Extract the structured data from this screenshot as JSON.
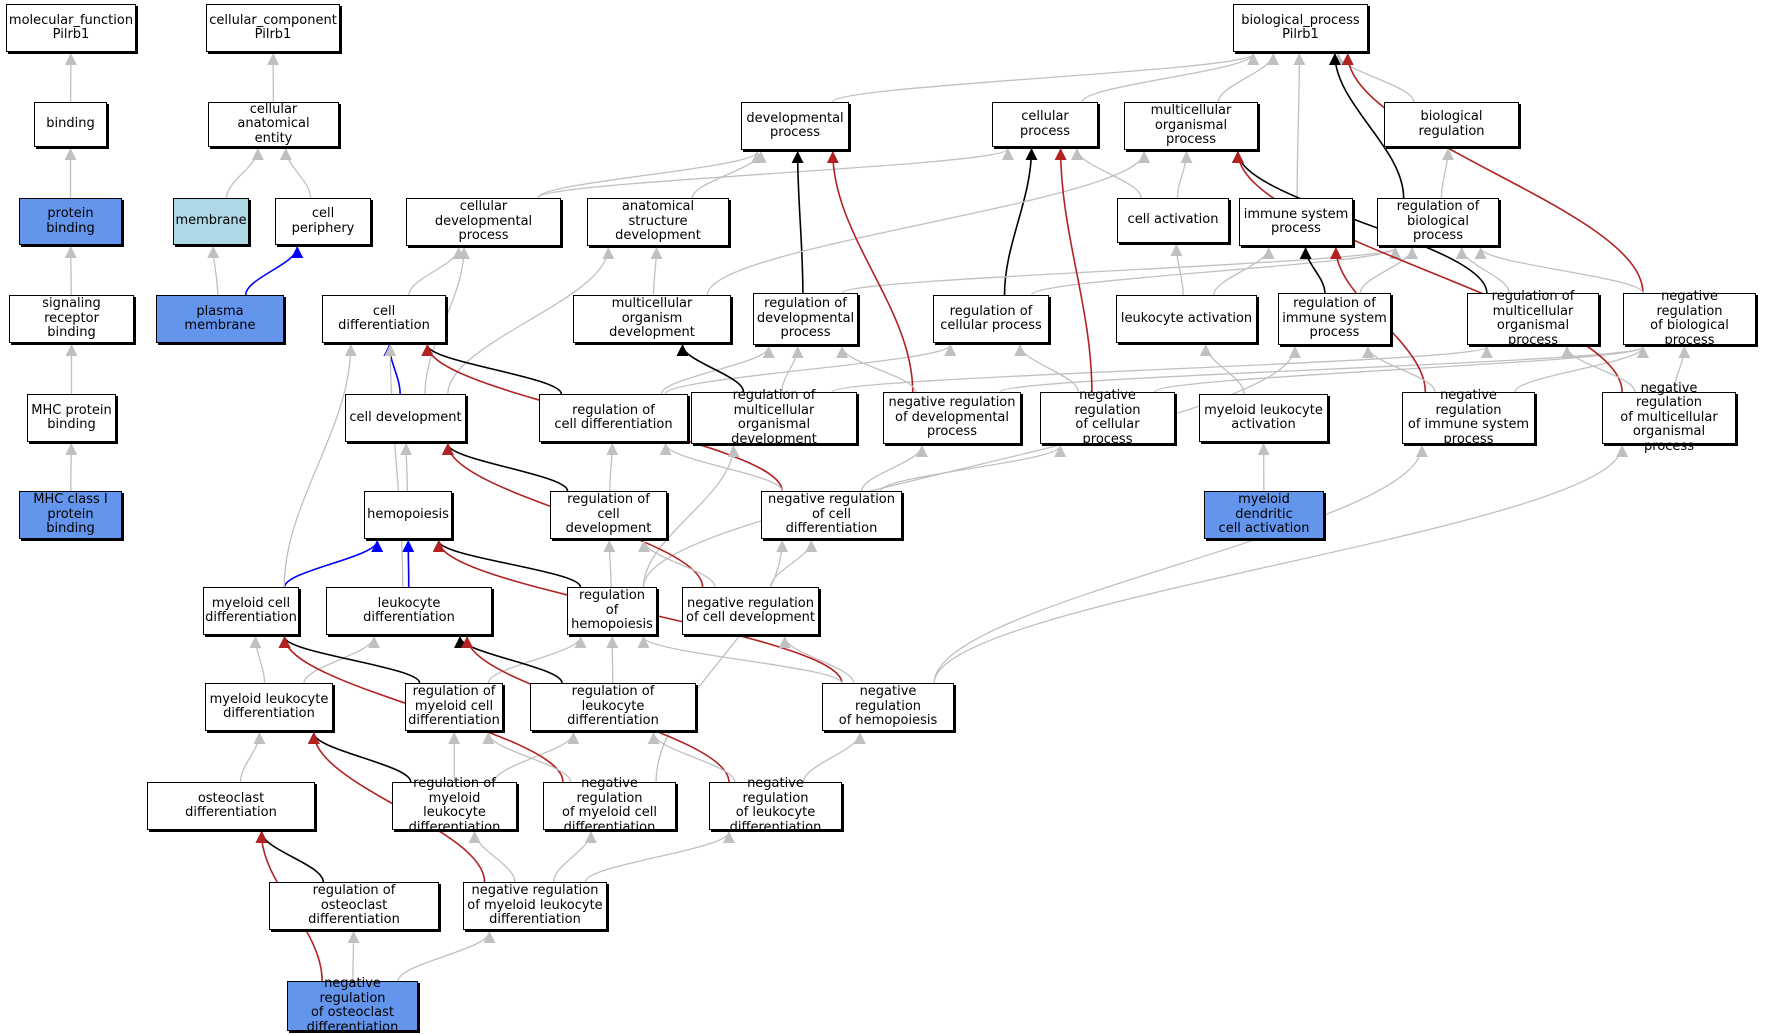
{
  "colors": {
    "gray": "#c0c0c0",
    "black": "#000000",
    "red": "#b22222",
    "blue": "#0000ff",
    "fill_blue": "#6495ed",
    "fill_lightblue": "#add8e6"
  },
  "nodes": [
    {
      "id": "mf",
      "label": "molecular_function\nPilrb1",
      "fill": "white"
    },
    {
      "id": "cc",
      "label": "cellular_component\nPilrb1",
      "fill": "white"
    },
    {
      "id": "bp",
      "label": "biological_process\nPilrb1",
      "fill": "white"
    },
    {
      "id": "binding",
      "label": "binding",
      "fill": "white"
    },
    {
      "id": "cae",
      "label": "cellular anatomical\nentity",
      "fill": "white"
    },
    {
      "id": "devproc",
      "label": "developmental\nprocess",
      "fill": "white"
    },
    {
      "id": "cellproc",
      "label": "cellular process",
      "fill": "white"
    },
    {
      "id": "mop",
      "label": "multicellular\norganismal process",
      "fill": "white"
    },
    {
      "id": "bioreg",
      "label": "biological regulation",
      "fill": "white"
    },
    {
      "id": "protbind",
      "label": "protein binding",
      "fill": "blue"
    },
    {
      "id": "membrane",
      "label": "membrane",
      "fill": "lightblue"
    },
    {
      "id": "cellper",
      "label": "cell periphery",
      "fill": "white"
    },
    {
      "id": "celldevproc",
      "label": "cellular developmental\nprocess",
      "fill": "white"
    },
    {
      "id": "asd",
      "label": "anatomical structure\ndevelopment",
      "fill": "white"
    },
    {
      "id": "cellact",
      "label": "cell activation",
      "fill": "white"
    },
    {
      "id": "immsys",
      "label": "immune system\nprocess",
      "fill": "white"
    },
    {
      "id": "regbio",
      "label": "regulation of\nbiological process",
      "fill": "white"
    },
    {
      "id": "srb",
      "label": "signaling receptor\nbinding",
      "fill": "white"
    },
    {
      "id": "pm",
      "label": "plasma membrane",
      "fill": "blue"
    },
    {
      "id": "celldiff",
      "label": "cell differentiation",
      "fill": "white"
    },
    {
      "id": "mod",
      "label": "multicellular\norganism development",
      "fill": "white"
    },
    {
      "id": "regdev",
      "label": "regulation of\ndevelopmental\nprocess",
      "fill": "white"
    },
    {
      "id": "regcell",
      "label": "regulation of\ncellular process",
      "fill": "white"
    },
    {
      "id": "leukact",
      "label": "leukocyte activation",
      "fill": "white"
    },
    {
      "id": "regimm",
      "label": "regulation of\nimmune system\nprocess",
      "fill": "white"
    },
    {
      "id": "regmop",
      "label": "regulation of\nmulticellular\norganismal process",
      "fill": "white"
    },
    {
      "id": "negbio",
      "label": "negative regulation\nof biological\nprocess",
      "fill": "white"
    },
    {
      "id": "mhc",
      "label": "MHC protein\nbinding",
      "fill": "white"
    },
    {
      "id": "celldev",
      "label": "cell development",
      "fill": "white"
    },
    {
      "id": "regcdiff",
      "label": "regulation of\ncell differentiation",
      "fill": "white"
    },
    {
      "id": "regmod",
      "label": "regulation of\nmulticellular\norganismal development",
      "fill": "white"
    },
    {
      "id": "negdev",
      "label": "negative regulation\nof developmental\nprocess",
      "fill": "white"
    },
    {
      "id": "negcell",
      "label": "negative regulation\nof cellular\nprocess",
      "fill": "white"
    },
    {
      "id": "myeleukact",
      "label": "myeloid leukocyte\nactivation",
      "fill": "white"
    },
    {
      "id": "negimm",
      "label": "negative regulation\nof immune system\nprocess",
      "fill": "white"
    },
    {
      "id": "negmop",
      "label": "negative regulation\nof multicellular\norganismal process",
      "fill": "white"
    },
    {
      "id": "mhc1",
      "label": "MHC class I\nprotein binding",
      "fill": "blue"
    },
    {
      "id": "hemo",
      "label": "hemopoiesis",
      "fill": "white"
    },
    {
      "id": "regcdev",
      "label": "regulation of\ncell development",
      "fill": "white"
    },
    {
      "id": "negcdiff",
      "label": "negative regulation\nof cell differentiation",
      "fill": "white"
    },
    {
      "id": "mdcact",
      "label": "myeloid dendritic\ncell activation",
      "fill": "blue"
    },
    {
      "id": "mcd",
      "label": "myeloid cell\ndifferentiation",
      "fill": "white"
    },
    {
      "id": "leukdiff",
      "label": "leukocyte differentiation",
      "fill": "white"
    },
    {
      "id": "reghemo",
      "label": "regulation of\nhemopoiesis",
      "fill": "white"
    },
    {
      "id": "negcdev",
      "label": "negative regulation\nof cell development",
      "fill": "white"
    },
    {
      "id": "myeleukdiff",
      "label": "myeloid leukocyte\ndifferentiation",
      "fill": "white"
    },
    {
      "id": "regmcd",
      "label": "regulation of\nmyeloid cell\ndifferentiation",
      "fill": "white"
    },
    {
      "id": "regleukdiff",
      "label": "regulation of\nleukocyte differentiation",
      "fill": "white"
    },
    {
      "id": "neghemo",
      "label": "negative regulation\nof hemopoiesis",
      "fill": "white"
    },
    {
      "id": "osteodiff",
      "label": "osteoclast differentiation",
      "fill": "white"
    },
    {
      "id": "regmyeleukdiff",
      "label": "regulation of\nmyeloid leukocyte\ndifferentiation",
      "fill": "white"
    },
    {
      "id": "negmcd",
      "label": "negative regulation\nof myeloid cell\ndifferentiation",
      "fill": "white"
    },
    {
      "id": "negleukdiff",
      "label": "negative regulation\nof leukocyte\ndifferentiation",
      "fill": "white"
    },
    {
      "id": "regosteo",
      "label": "regulation of\nosteoclast differentiation",
      "fill": "white"
    },
    {
      "id": "negmyeleukdiff",
      "label": "negative regulation\nof myeloid leukocyte\ndifferentiation",
      "fill": "white"
    },
    {
      "id": "negosteo",
      "label": "negative regulation\nof osteoclast\ndifferentiation",
      "fill": "blue"
    }
  ],
  "edges": [
    {
      "from": "binding",
      "to": "mf",
      "color": "gray"
    },
    {
      "from": "cae",
      "to": "cc",
      "color": "gray"
    },
    {
      "from": "devproc",
      "to": "bp",
      "color": "gray"
    },
    {
      "from": "cellproc",
      "to": "bp",
      "color": "gray"
    },
    {
      "from": "mop",
      "to": "bp",
      "color": "gray"
    },
    {
      "from": "bioreg",
      "to": "bp",
      "color": "gray"
    },
    {
      "from": "immsys",
      "to": "bp",
      "color": "gray"
    },
    {
      "from": "regbio",
      "to": "bp",
      "color": "black"
    },
    {
      "from": "negbio",
      "to": "bp",
      "color": "red"
    },
    {
      "from": "protbind",
      "to": "binding",
      "color": "gray"
    },
    {
      "from": "membrane",
      "to": "cae",
      "color": "gray"
    },
    {
      "from": "cellper",
      "to": "cae",
      "color": "gray"
    },
    {
      "from": "srb",
      "to": "protbind",
      "color": "gray"
    },
    {
      "from": "mhc",
      "to": "srb",
      "color": "gray"
    },
    {
      "from": "mhc1",
      "to": "mhc",
      "color": "gray"
    },
    {
      "from": "pm",
      "to": "membrane",
      "color": "gray"
    },
    {
      "from": "pm",
      "to": "cellper",
      "color": "blue"
    },
    {
      "from": "celldevproc",
      "to": "devproc",
      "color": "gray"
    },
    {
      "from": "celldevproc",
      "to": "cellproc",
      "color": "gray"
    },
    {
      "from": "asd",
      "to": "devproc",
      "color": "gray"
    },
    {
      "from": "cellact",
      "to": "cellproc",
      "color": "gray"
    },
    {
      "from": "cellact",
      "to": "mop",
      "color": "gray"
    },
    {
      "from": "regbio",
      "to": "bioreg",
      "color": "gray"
    },
    {
      "from": "regdev",
      "to": "devproc",
      "color": "black"
    },
    {
      "from": "regcell",
      "to": "cellproc",
      "color": "black"
    },
    {
      "from": "regmop",
      "to": "mop",
      "color": "black"
    },
    {
      "from": "regcell",
      "to": "regbio",
      "color": "gray"
    },
    {
      "from": "regdev",
      "to": "regbio",
      "color": "gray"
    },
    {
      "from": "regimm",
      "to": "regbio",
      "color": "gray"
    },
    {
      "from": "regmop",
      "to": "regbio",
      "color": "gray"
    },
    {
      "from": "negbio",
      "to": "regbio",
      "color": "gray"
    },
    {
      "from": "regimm",
      "to": "immsys",
      "color": "black"
    },
    {
      "from": "leukact",
      "to": "cellact",
      "color": "gray"
    },
    {
      "from": "leukact",
      "to": "immsys",
      "color": "gray"
    },
    {
      "from": "celldiff",
      "to": "celldevproc",
      "color": "gray"
    },
    {
      "from": "mod",
      "to": "asd",
      "color": "gray"
    },
    {
      "from": "mod",
      "to": "mop",
      "color": "gray"
    },
    {
      "from": "celldev",
      "to": "celldiff",
      "color": "blue"
    },
    {
      "from": "celldev",
      "to": "celldevproc",
      "color": "gray"
    },
    {
      "from": "celldev",
      "to": "asd",
      "color": "gray"
    },
    {
      "from": "regcdiff",
      "to": "celldiff",
      "color": "black"
    },
    {
      "from": "regcdiff",
      "to": "regdev",
      "color": "gray"
    },
    {
      "from": "regcdiff",
      "to": "regcell",
      "color": "gray"
    },
    {
      "from": "regmod",
      "to": "mod",
      "color": "black"
    },
    {
      "from": "regmod",
      "to": "regdev",
      "color": "gray"
    },
    {
      "from": "regmod",
      "to": "regmop",
      "color": "gray"
    },
    {
      "from": "negdev",
      "to": "devproc",
      "color": "red"
    },
    {
      "from": "negdev",
      "to": "regdev",
      "color": "gray"
    },
    {
      "from": "negdev",
      "to": "negbio",
      "color": "gray"
    },
    {
      "from": "negcell",
      "to": "cellproc",
      "color": "red"
    },
    {
      "from": "negcell",
      "to": "regcell",
      "color": "gray"
    },
    {
      "from": "negcell",
      "to": "negbio",
      "color": "gray"
    },
    {
      "from": "myeleukact",
      "to": "leukact",
      "color": "gray"
    },
    {
      "from": "negimm",
      "to": "immsys",
      "color": "red"
    },
    {
      "from": "negimm",
      "to": "regimm",
      "color": "gray"
    },
    {
      "from": "negimm",
      "to": "negbio",
      "color": "gray"
    },
    {
      "from": "negmop",
      "to": "mop",
      "color": "red"
    },
    {
      "from": "negmop",
      "to": "regmop",
      "color": "gray"
    },
    {
      "from": "negmop",
      "to": "negbio",
      "color": "gray"
    },
    {
      "from": "mdcact",
      "to": "myeleukact",
      "color": "gray"
    },
    {
      "from": "hemo",
      "to": "celldev",
      "color": "gray"
    },
    {
      "from": "regcdev",
      "to": "celldev",
      "color": "black"
    },
    {
      "from": "regcdev",
      "to": "regcdiff",
      "color": "gray"
    },
    {
      "from": "negcdiff",
      "to": "celldiff",
      "color": "red"
    },
    {
      "from": "negcdiff",
      "to": "regcdiff",
      "color": "gray"
    },
    {
      "from": "negcdiff",
      "to": "negdev",
      "color": "gray"
    },
    {
      "from": "negcdiff",
      "to": "negcell",
      "color": "gray"
    },
    {
      "from": "mcd",
      "to": "hemo",
      "color": "blue"
    },
    {
      "from": "mcd",
      "to": "celldiff",
      "color": "gray"
    },
    {
      "from": "leukdiff",
      "to": "hemo",
      "color": "blue"
    },
    {
      "from": "leukdiff",
      "to": "celldiff",
      "color": "gray"
    },
    {
      "from": "reghemo",
      "to": "hemo",
      "color": "black"
    },
    {
      "from": "reghemo",
      "to": "regcdev",
      "color": "gray"
    },
    {
      "from": "reghemo",
      "to": "regmod",
      "color": "gray"
    },
    {
      "from": "reghemo",
      "to": "regimm",
      "color": "gray"
    },
    {
      "from": "negcdev",
      "to": "celldev",
      "color": "red"
    },
    {
      "from": "negcdev",
      "to": "regcdev",
      "color": "gray"
    },
    {
      "from": "negcdev",
      "to": "negcdiff",
      "color": "gray"
    },
    {
      "from": "myeleukdiff",
      "to": "mcd",
      "color": "gray"
    },
    {
      "from": "myeleukdiff",
      "to": "leukdiff",
      "color": "gray"
    },
    {
      "from": "regmcd",
      "to": "mcd",
      "color": "black"
    },
    {
      "from": "regmcd",
      "to": "reghemo",
      "color": "gray"
    },
    {
      "from": "regleukdiff",
      "to": "leukdiff",
      "color": "black"
    },
    {
      "from": "regleukdiff",
      "to": "reghemo",
      "color": "gray"
    },
    {
      "from": "neghemo",
      "to": "hemo",
      "color": "red"
    },
    {
      "from": "neghemo",
      "to": "reghemo",
      "color": "gray"
    },
    {
      "from": "neghemo",
      "to": "negcdev",
      "color": "gray"
    },
    {
      "from": "neghemo",
      "to": "negimm",
      "color": "gray"
    },
    {
      "from": "neghemo",
      "to": "negmop",
      "color": "gray"
    },
    {
      "from": "osteodiff",
      "to": "myeleukdiff",
      "color": "gray"
    },
    {
      "from": "regmyeleukdiff",
      "to": "myeleukdiff",
      "color": "black"
    },
    {
      "from": "regmyeleukdiff",
      "to": "regmcd",
      "color": "gray"
    },
    {
      "from": "regmyeleukdiff",
      "to": "regleukdiff",
      "color": "gray"
    },
    {
      "from": "negmcd",
      "to": "mcd",
      "color": "red"
    },
    {
      "from": "negmcd",
      "to": "regmcd",
      "color": "gray"
    },
    {
      "from": "negmcd",
      "to": "negcdiff",
      "color": "gray"
    },
    {
      "from": "negleukdiff",
      "to": "leukdiff",
      "color": "red"
    },
    {
      "from": "negleukdiff",
      "to": "regleukdiff",
      "color": "gray"
    },
    {
      "from": "negleukdiff",
      "to": "neghemo",
      "color": "gray"
    },
    {
      "from": "regosteo",
      "to": "osteodiff",
      "color": "black"
    },
    {
      "from": "negmyeleukdiff",
      "to": "myeleukdiff",
      "color": "red"
    },
    {
      "from": "negmyeleukdiff",
      "to": "regmyeleukdiff",
      "color": "gray"
    },
    {
      "from": "negmyeleukdiff",
      "to": "negmcd",
      "color": "gray"
    },
    {
      "from": "negmyeleukdiff",
      "to": "negleukdiff",
      "color": "gray"
    },
    {
      "from": "negosteo",
      "to": "osteodiff",
      "color": "red"
    },
    {
      "from": "negosteo",
      "to": "regosteo",
      "color": "gray"
    },
    {
      "from": "negosteo",
      "to": "negmyeleukdiff",
      "color": "gray"
    }
  ]
}
